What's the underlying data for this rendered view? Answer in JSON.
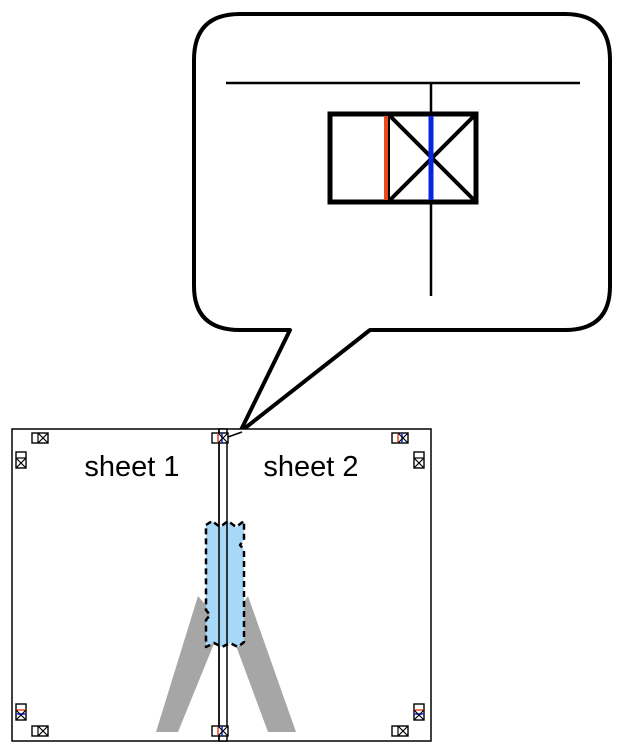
{
  "sheets": [
    {
      "label": "sheet 1"
    },
    {
      "label": "sheet 2"
    }
  ],
  "colors": {
    "outline": "#000000",
    "tape": "#a8d8f8",
    "guide_shadow": "#a6a6a6",
    "red_mark": "#e8491d",
    "blue_mark": "#0a24e0",
    "background": "#ffffff"
  },
  "icons": {
    "callout": "speech-bubble",
    "registration_mark": "boxed-x-cross-mark",
    "tape_strip": "dashed-tape-strip"
  }
}
